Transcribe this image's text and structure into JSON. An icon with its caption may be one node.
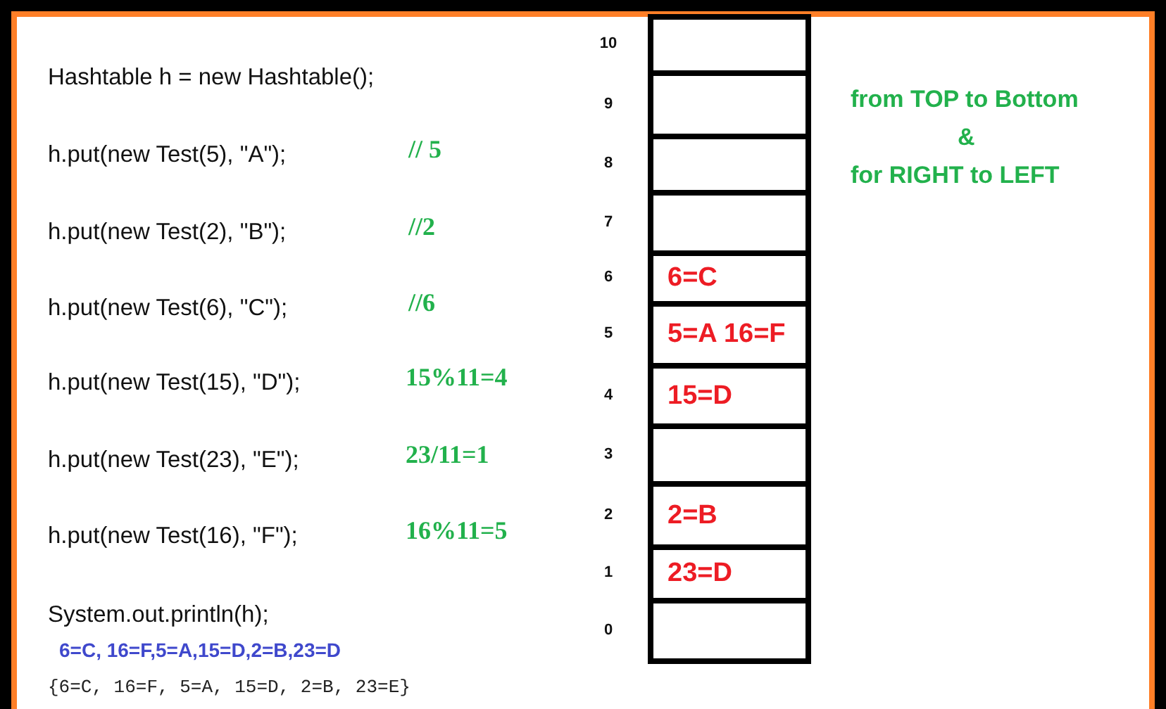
{
  "diagram": {
    "nodes": [
      {
        "text": [],
        "shape": "box",
        "beside": [
          "10"
        ]
      },
      {
        "text": [],
        "shape": "box",
        "beside": [
          "9"
        ]
      },
      {
        "text": [],
        "shape": "box",
        "beside": [
          "8"
        ]
      },
      {
        "text": [],
        "shape": "box",
        "beside": [
          "7"
        ]
      },
      {
        "text": [
          "6=C"
        ],
        "beside": [
          "6"
        ]
      },
      {
        "text": [
          "5=A 16=F"
        ],
        "beside": [
          "5"
        ]
      },
      {
        "text": [
          "15=D"
        ],
        "beside": [
          "4"
        ]
      },
      {
        "text": [],
        "shape": "box",
        "beside": [
          "3"
        ]
      },
      {
        "text": [
          "2=B"
        ],
        "beside": [
          "2"
        ]
      },
      {
        "text": [
          "23=D"
        ],
        "beside": [
          "1"
        ]
      },
      {
        "text": [],
        "shape": "box",
        "beside": [
          "0"
        ]
      }
    ],
    "labels": [
      "Hashtable h = new Hashtable();",
      "from TOP to Bottom",
      "&",
      "for RIGHT to LEFT",
      "h.put(new Test(5), \"A\");",
      "// 5",
      "h.put(new Test(2), \"B\");",
      "//2",
      "h.put(new Test(6), \"C\");",
      "//6",
      "h.put(new Test(15), \"D\");",
      "15%11=4",
      "h.put(new Test(23), \"E\");",
      "23/11=1",
      "h.put(new Test(16), \"F\");",
      "16%11=5",
      "System.out.println(h);",
      "6=C, 16=F,5=A,15=D,2=B,23=D",
      "{6=C, 16=F, 5=A, 15=D, 2=B, 23=E}"
    ]
  }
}
